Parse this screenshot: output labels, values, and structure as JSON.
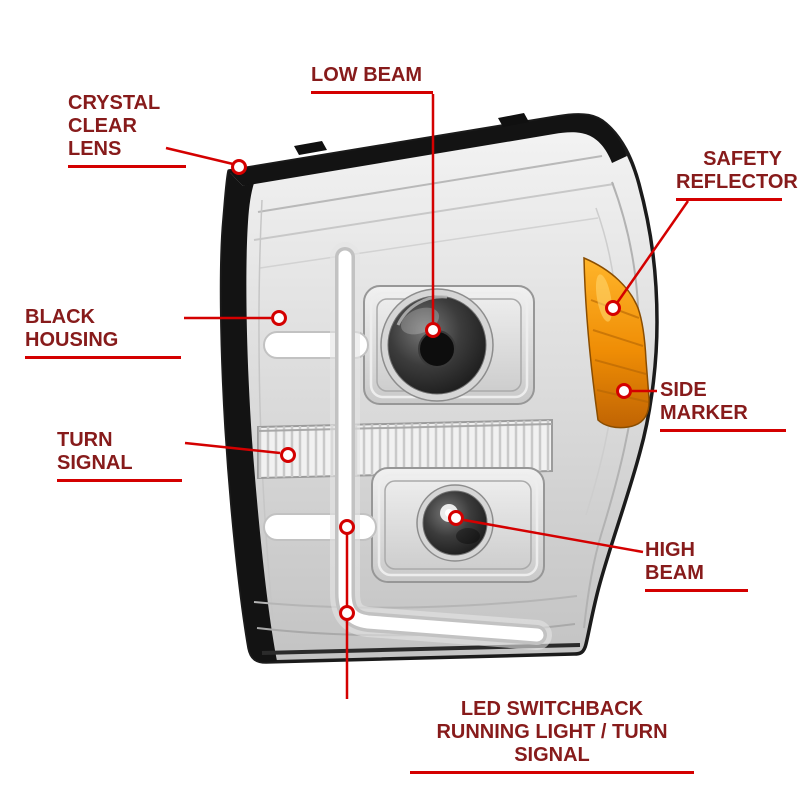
{
  "diagram": {
    "subject": "chrome projector headlight assembly with annotated feature callouts"
  },
  "colors": {
    "label_text": "#871b1b",
    "callout_line": "#d40000",
    "underline": "#d40000",
    "amber_reflector": "#ef8d05",
    "housing_black": "#131313",
    "chrome": "#dedede",
    "background": "#ffffff"
  },
  "callouts": {
    "crystal_clear_lens": {
      "label": "CRYSTAL\nCLEAR LENS"
    },
    "low_beam": {
      "label": "LOW BEAM"
    },
    "safety_reflector": {
      "label": "SAFETY\nREFLECTOR"
    },
    "black_housing": {
      "label": "BLACK HOUSING"
    },
    "side_marker": {
      "label": "SIDE MARKER"
    },
    "turn_signal": {
      "label": "TURN SIGNAL"
    },
    "high_beam": {
      "label": "HIGH BEAM"
    },
    "led_switchback": {
      "label": "LED SWITCHBACK\nRUNNING LIGHT / TURN SIGNAL"
    }
  }
}
